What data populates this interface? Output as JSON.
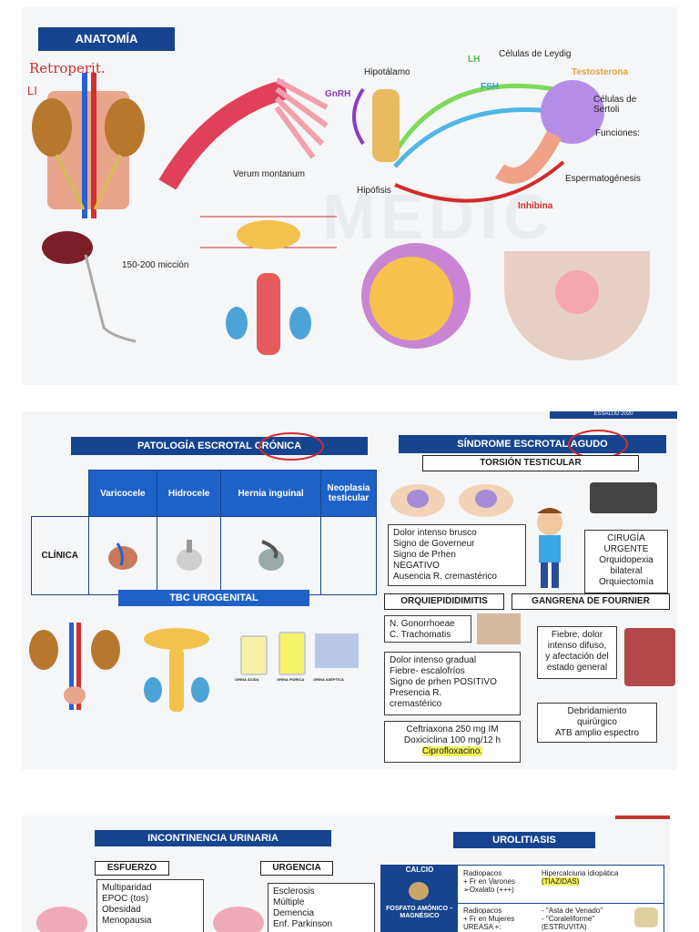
{
  "slide1": {
    "header": "ANATOMÍA",
    "annot_retro": "Retroperit.",
    "annot_li": "LI",
    "verum": "Verum montanum",
    "miccion": "150-200 micción",
    "hipotalamo": "Hipotálamo",
    "gnrh": "GnRH",
    "hipofisis": "Hipófisis",
    "lh": "LH",
    "fsh": "FSH",
    "inhibina": "Inhibina",
    "leydig": "Células de Leydig",
    "testosterona": "Testosterona",
    "sertoli": "Células de Sertoli",
    "funciones": "Funciones:",
    "esperma": "Espermatogénesis",
    "watermark": "MEDIC"
  },
  "slide2": {
    "corner": "ESSALUD 2020",
    "left_header": "PATOLOGÍA ESCROTAL CRÓNICA",
    "columns": [
      "Varicocele",
      "Hidrocele",
      "Hernia inguinal",
      "Neoplasia testicular"
    ],
    "row_label": "CLÍNICA",
    "tbc": "TBC UROGENITAL",
    "urine_labels": [
      "ORINA ÁCIDA",
      "ORINA PIÚRICA",
      "ORINA ASÉPTICA"
    ],
    "right_header": "SÍNDROME ESCROTAL AGUDO",
    "torsion": "TORSIÓN TESTICULAR",
    "torsion_signs": [
      "Dolor intenso brusco",
      "Signo de Governeur",
      "Signo de Prhen",
      "NEGATIVO",
      "Ausencia R. cremastérico"
    ],
    "cirugia": [
      "CIRUGÍA",
      "URGENTE",
      "Orquidopexia",
      "bilateral",
      "Orquiectomía"
    ],
    "orqui": "ORQUIEPIDIDIMITIS",
    "fournier": "GANGRENA DE FOURNIER",
    "germs": [
      "N. Gonorrhoeae",
      "C. Trachomatis"
    ],
    "orqui_signs": [
      "Dolor intenso gradual",
      "Fiebre- escalofríos",
      "Signo de prhen POSITIVO",
      "Presencia R.",
      "cremastérico"
    ],
    "treatment": [
      "Ceftriaxona 250 mg IM",
      "Doxiciclina 100 mg/12 h",
      "Ciprofloxacino."
    ],
    "fournier_signs": [
      "Fiebre, dolor",
      "intenso difuso,",
      "y afectación del",
      "estado general"
    ],
    "fournier_tx": [
      "Debridamiento",
      "quirúrgico",
      "ATB amplio espectro"
    ]
  },
  "slide3": {
    "inc_header": "INCONTINENCIA URINARIA",
    "esfuerzo": "ESFUERZO",
    "esfuerzo_items": [
      "Multiparidad",
      "EPOC (tos)",
      "Obesidad",
      "Menopausia"
    ],
    "urgencia": "URGENCIA",
    "urgencia_items": [
      "Esclerosis",
      "Múltiple",
      "Demencia",
      "Enf. Parkinson"
    ],
    "uro_header": "UROLITIASIS",
    "rows": [
      {
        "name": "CALCIO",
        "col1": [
          "Radiopacos",
          "+ Fr en Varones",
          "➢Oxalato (+++)"
        ],
        "col2": [
          "Hipercalciuria idiopática",
          "(TIAZIDAS)"
        ]
      },
      {
        "name": "FOSFATO AMÓNICO – MAGNÉSICO",
        "col1": [
          "Radiopacos",
          "+ Fr en Mujeres",
          "UREASA +:"
        ],
        "col2": [
          "- \"Asta de Venado\"",
          "- \"Coraleliforme\"",
          "(ESTRUVITA)"
        ]
      }
    ]
  },
  "colors": {
    "header_blue": "#16448f",
    "table_blue": "#1e62c8",
    "red": "#d22b2b",
    "highlight": "#f4f45a"
  }
}
